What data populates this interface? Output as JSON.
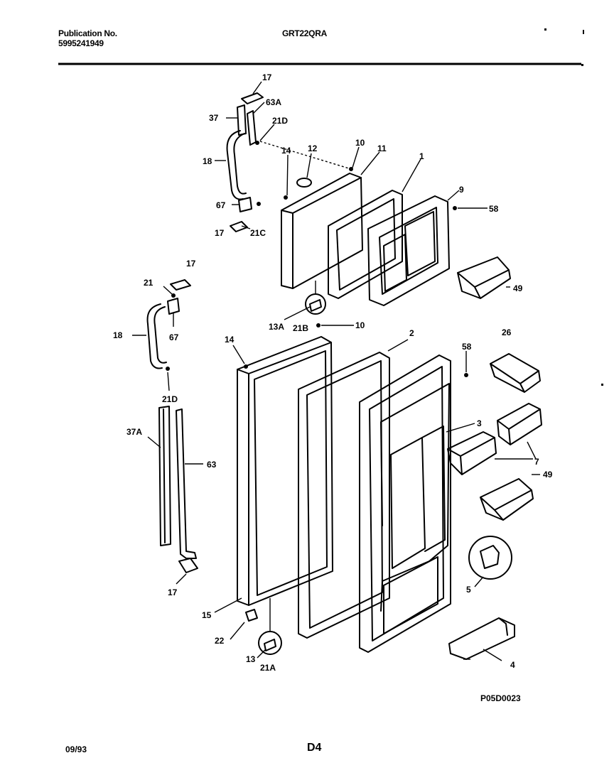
{
  "header": {
    "publication_label": "Publication No.",
    "publication_number": "5995241949",
    "model": "GRT22QRA"
  },
  "footer": {
    "date": "09/93",
    "page": "D4",
    "figure_code": "P05D0023"
  },
  "callouts": {
    "c17a": "17",
    "c63a": "63A",
    "c37": "37",
    "c21d_top": "21D",
    "c18_top": "18",
    "c14_top": "14",
    "c12": "12",
    "c10_top": "10",
    "c11": "11",
    "c1": "1",
    "c9": "9",
    "c58_top": "58",
    "c67_top": "67",
    "c17b": "17",
    "c21c": "21C",
    "c49_top": "49",
    "c13a": "13A",
    "c21b": "21B",
    "c10_mid": "10",
    "c17c": "17",
    "c21": "21",
    "c18_mid": "18",
    "c67_mid": "67",
    "c21d_mid": "21D",
    "c14_mid": "14",
    "c2": "2",
    "c58_mid": "58",
    "c26": "26",
    "c37a": "37A",
    "c63": "63",
    "c3": "3",
    "c7": "7",
    "c49_mid": "49",
    "c17d": "17",
    "c15": "15",
    "c5": "5",
    "c22": "22",
    "c13": "13",
    "c21a": "21A",
    "c4": "4"
  }
}
